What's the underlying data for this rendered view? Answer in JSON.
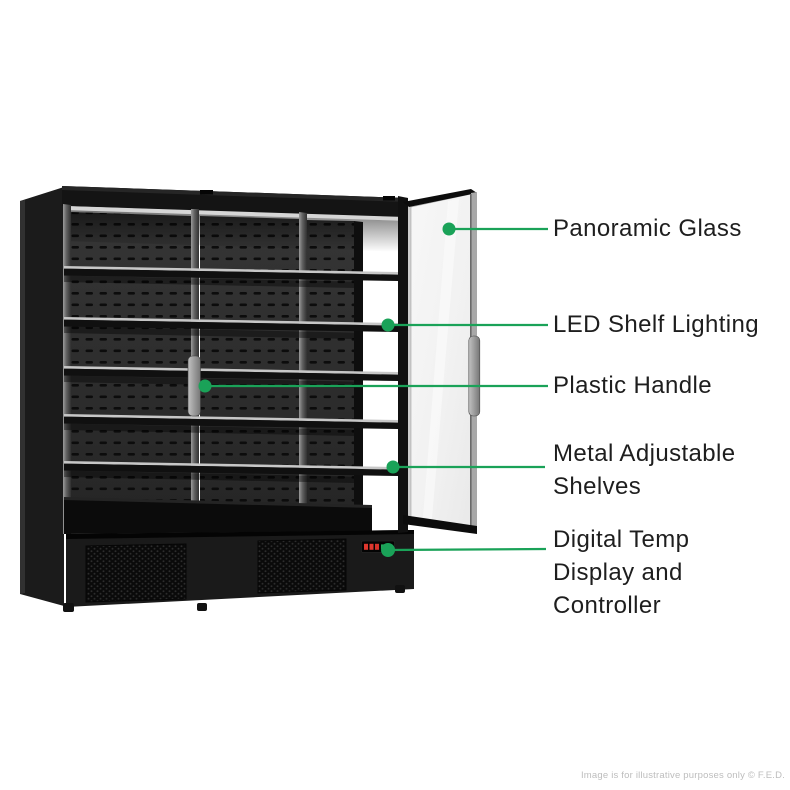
{
  "accent_color": "#1aa258",
  "text_color": "#1e1e1e",
  "callouts": [
    {
      "id": "panoramic-glass",
      "lines": [
        "Panoramic Glass"
      ]
    },
    {
      "id": "led-shelf-lighting",
      "lines": [
        "LED Shelf Lighting"
      ]
    },
    {
      "id": "plastic-handle",
      "lines": [
        "Plastic Handle"
      ]
    },
    {
      "id": "metal-adjustable-shelves",
      "lines": [
        "Metal Adjustable",
        "Shelves"
      ]
    },
    {
      "id": "digital-temp-display-controller",
      "lines": [
        "Digital Temp",
        "Display and",
        "Controller"
      ]
    }
  ],
  "illustration": {
    "subject": "upright multideck display fridge with open glass door",
    "icons": [
      {
        "name": "callout-dot-icon",
        "color": "#1aa258"
      },
      {
        "name": "digital-temp-display",
        "digit_color": "#e0372e",
        "status_color": "#27a95c"
      }
    ]
  },
  "watermark": "Image is for illustrative purposes only © F.E.D."
}
